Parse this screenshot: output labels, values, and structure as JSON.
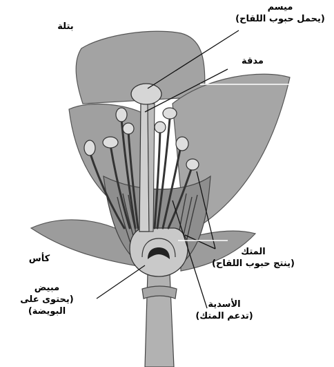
{
  "labels": {
    "petal": "بتلة",
    "stigma": [
      "ميسم",
      "(يحمل حبوب اللقاح)"
    ],
    "style": "مدقة",
    "sepal": "كأس",
    "anther": [
      "المتك",
      "(ينتج حبوب اللقاح)"
    ],
    "ovary": [
      "مبيض",
      "(يحتوى على",
      "البويضة)"
    ],
    "stamens": [
      "الأسدية",
      "(تدعم المتك)"
    ]
  },
  "colors": {
    "petal": "#a3a3a3",
    "petal_inner": "#8e8e8e",
    "stem": "#b2b2b2",
    "ink": "#1a1a1a"
  }
}
